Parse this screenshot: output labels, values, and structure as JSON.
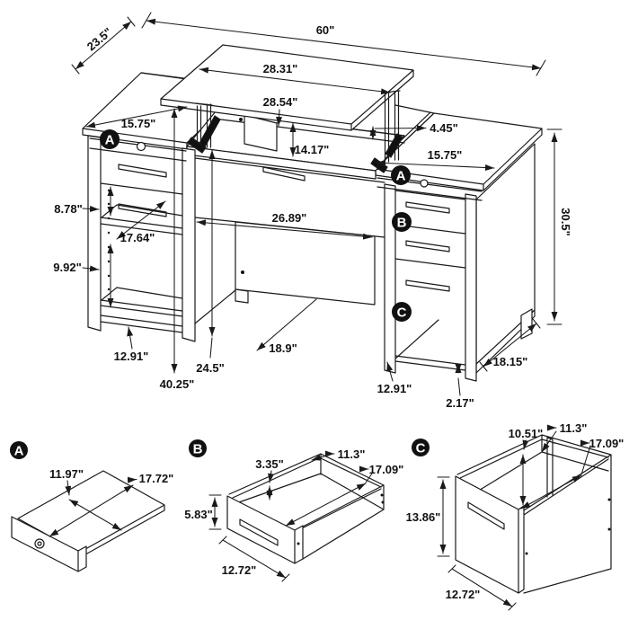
{
  "diagram": {
    "type": "furniture-assembly-dimension-diagram",
    "colors": {
      "line": "#1a1a1a",
      "background": "#ffffff"
    },
    "main": {
      "markers": {
        "a_left": "A",
        "a_right": "A",
        "b": "B",
        "c": "C"
      },
      "dims": {
        "overall_width": "60\"",
        "overall_depth": "23.5\"",
        "lift_top_width": "28.31\"",
        "lift_opening_width": "28.54\"",
        "lift_gap": "4.45\"",
        "left_top_width": "15.75\"",
        "right_top_width": "15.75\"",
        "riser_height": "14.17\"",
        "upper_shelf_gap": "8.78\"",
        "shelf_depth": "17.64\"",
        "lower_shelf_gap": "9.92\"",
        "knee_width": "26.89\"",
        "overall_height": "30.5\"",
        "left_ped_width": "12.91\"",
        "open_height": "40.25\"",
        "knee_height": "24.5\"",
        "knee_depth": "18.9\"",
        "right_ped_width": "12.91\"",
        "toe_height": "2.17\"",
        "side_depth": "18.15\""
      }
    },
    "details": {
      "a": {
        "marker": "A",
        "dims": {
          "width": "11.97\"",
          "depth": "17.72\""
        }
      },
      "b": {
        "marker": "B",
        "dims": {
          "inner_height": "3.35\"",
          "inner_width": "11.3\"",
          "inner_depth": "17.09\"",
          "front_height": "5.83\"",
          "front_width": "12.72\""
        }
      },
      "c": {
        "marker": "C",
        "dims": {
          "inner_height": "10.51\"",
          "inner_width": "11.3\"",
          "inner_depth": "17.09\"",
          "front_height": "13.86\"",
          "front_width": "12.72\""
        }
      }
    }
  }
}
